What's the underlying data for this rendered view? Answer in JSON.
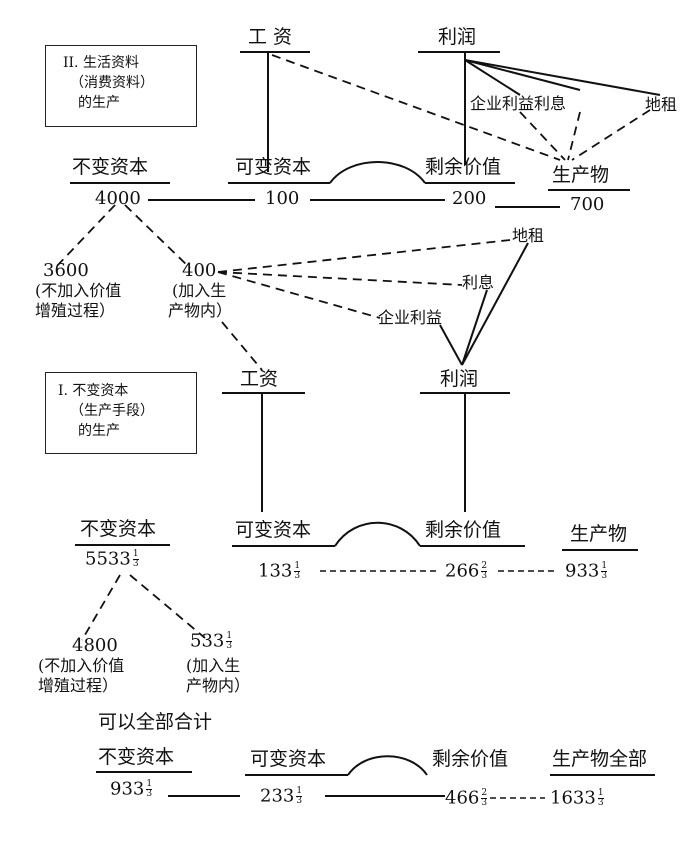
{
  "sec2": {
    "box_line1": "II. 生活资料",
    "box_line2": "（消费资料）",
    "box_line3": "的生产",
    "wages": "工 资",
    "profit": "利润",
    "enterprise_profit_interest": "企业利益利息",
    "ground_rent": "地租",
    "constant_capital": "不变资本",
    "variable_capital": "可变资本",
    "surplus_value": "剩余价值",
    "product": "生产物",
    "c_value": "4000",
    "v_value": "100",
    "s_value": "200",
    "product_value": "700",
    "split_a_value": "3600",
    "split_a_text1": "(不加入价值",
    "split_a_text2": "增殖过程）",
    "split_b_value": "400",
    "split_b_text1": "(加入生",
    "split_b_text2": "产物内）",
    "rent2": "地租",
    "interest2": "利息",
    "enterprise2": "企业利益"
  },
  "sec1": {
    "box_line1": "I. 不变资本",
    "box_line2": "（生产手段）",
    "box_line3": "的生产",
    "wages": "工资",
    "profit": "利润",
    "constant_capital": "不变资本",
    "variable_capital": "可变资本",
    "surplus_value": "剩余价值",
    "product": "生产物",
    "c_int": "5533",
    "v_int": "133",
    "s_int": "266",
    "p_int": "933",
    "split_a_value": "4800",
    "split_a_text1": "(不加入价值",
    "split_a_text2": "增殖过程）",
    "split_b_int": "533",
    "split_b_text1": "(加入生",
    "split_b_text2": "产物内）"
  },
  "total": {
    "heading": "可以全部合计",
    "constant_capital": "不变资本",
    "variable_capital": "可变资本",
    "surplus_value": "剩余价值",
    "product_total": "生产物全部",
    "c_int": "933",
    "v_int": "233",
    "s_int": "466",
    "p_int": "1633"
  },
  "fractions": {
    "one": "1",
    "two": "2",
    "three": "3"
  }
}
